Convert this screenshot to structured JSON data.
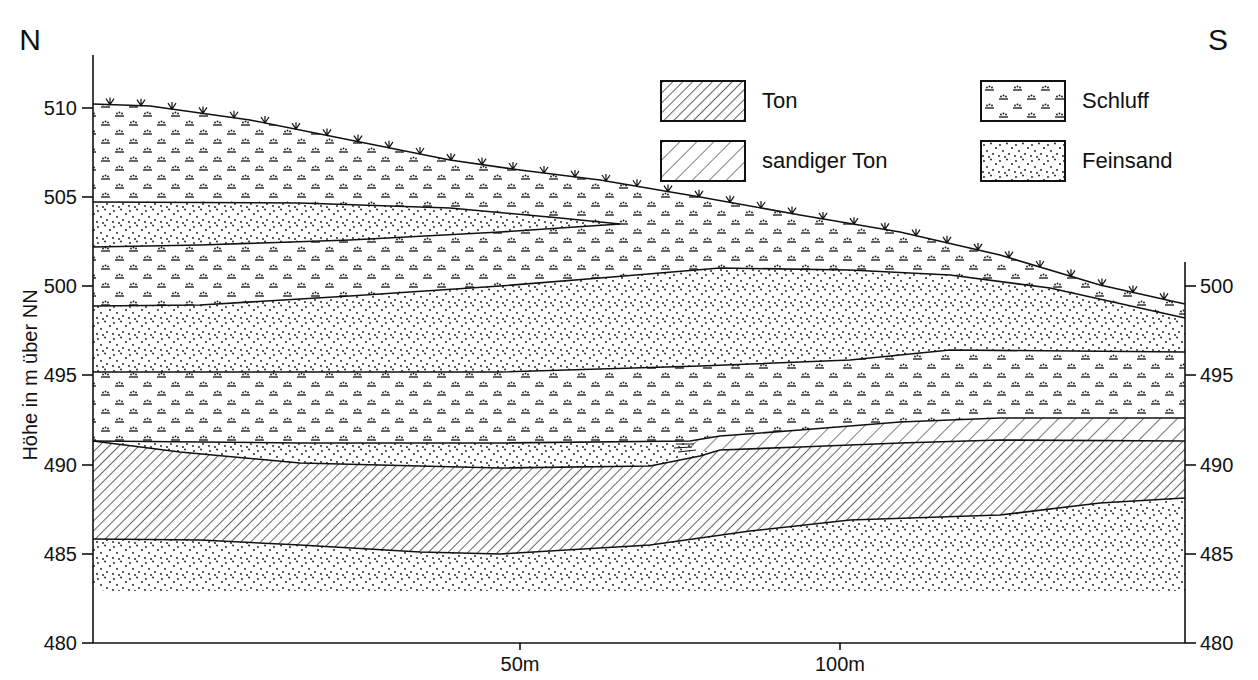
{
  "diagram": {
    "labels": [
      "N",
      "S",
      "Höhe in m über NN",
      "510",
      "505",
      "500",
      "495",
      "490",
      "485",
      "480",
      "500",
      "495",
      "490",
      "485",
      "480",
      "50m",
      "100m"
    ],
    "legend": [
      {
        "text": "Ton"
      },
      {
        "text": "Schluff"
      },
      {
        "text": "sandiger Ton"
      },
      {
        "text": "Feinsand"
      }
    ]
  }
}
